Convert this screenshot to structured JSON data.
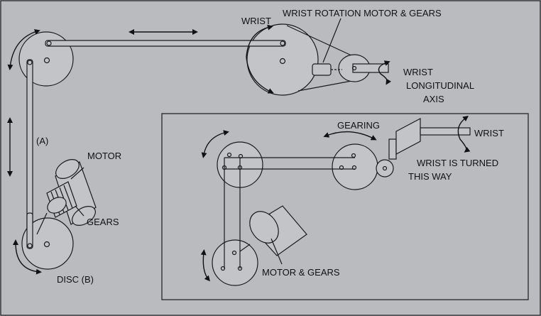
{
  "labels": {
    "wrist_top": "WRIST",
    "wrist_rotation_motor": "WRIST ROTATION MOTOR & GEARS",
    "wrist_longitudinal": "WRIST",
    "longitudinal": "LONGITUDINAL",
    "axis": "AXIS",
    "arm_a": "(A)",
    "motor": "MOTOR",
    "gears": "GEARS",
    "disc_b": "DISC (B)",
    "gearing": "GEARING",
    "wrist_inset": "WRIST",
    "wrist_is_turned": "WRIST IS TURNED",
    "this_way": "THIS WAY",
    "motor_gears": "MOTOR & GEARS"
  },
  "colors": {
    "background": "#b9bbbf",
    "line": "#1a1a1a",
    "part_fill": "#c3c4c8"
  }
}
